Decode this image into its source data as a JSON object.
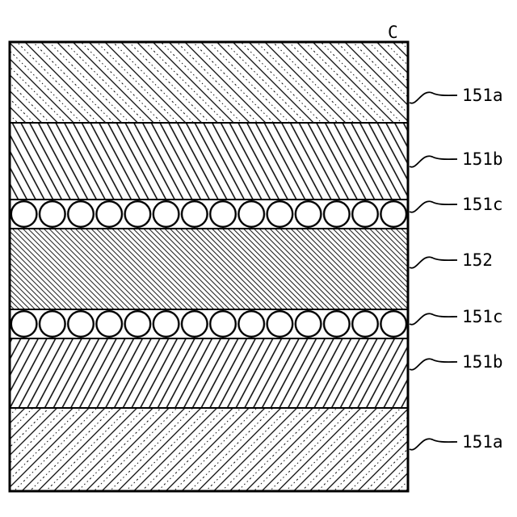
{
  "figure": {
    "corner_label": "C",
    "layers": [
      {
        "label": "151a",
        "pattern": "diagonal-hatch-with-dotted-lines"
      },
      {
        "label": "151b",
        "pattern": "steep-diagonal-hatch"
      },
      {
        "label": "151c",
        "pattern": "circle-row"
      },
      {
        "label": "152",
        "pattern": "fine-diagonal-hatch"
      },
      {
        "label": "151c",
        "pattern": "circle-row"
      },
      {
        "label": "151b",
        "pattern": "steep-diagonal-hatch"
      },
      {
        "label": "151a",
        "pattern": "diagonal-hatch-with-dotted-lines"
      }
    ],
    "colors": {
      "ink": "#000000",
      "background": "#ffffff"
    }
  }
}
